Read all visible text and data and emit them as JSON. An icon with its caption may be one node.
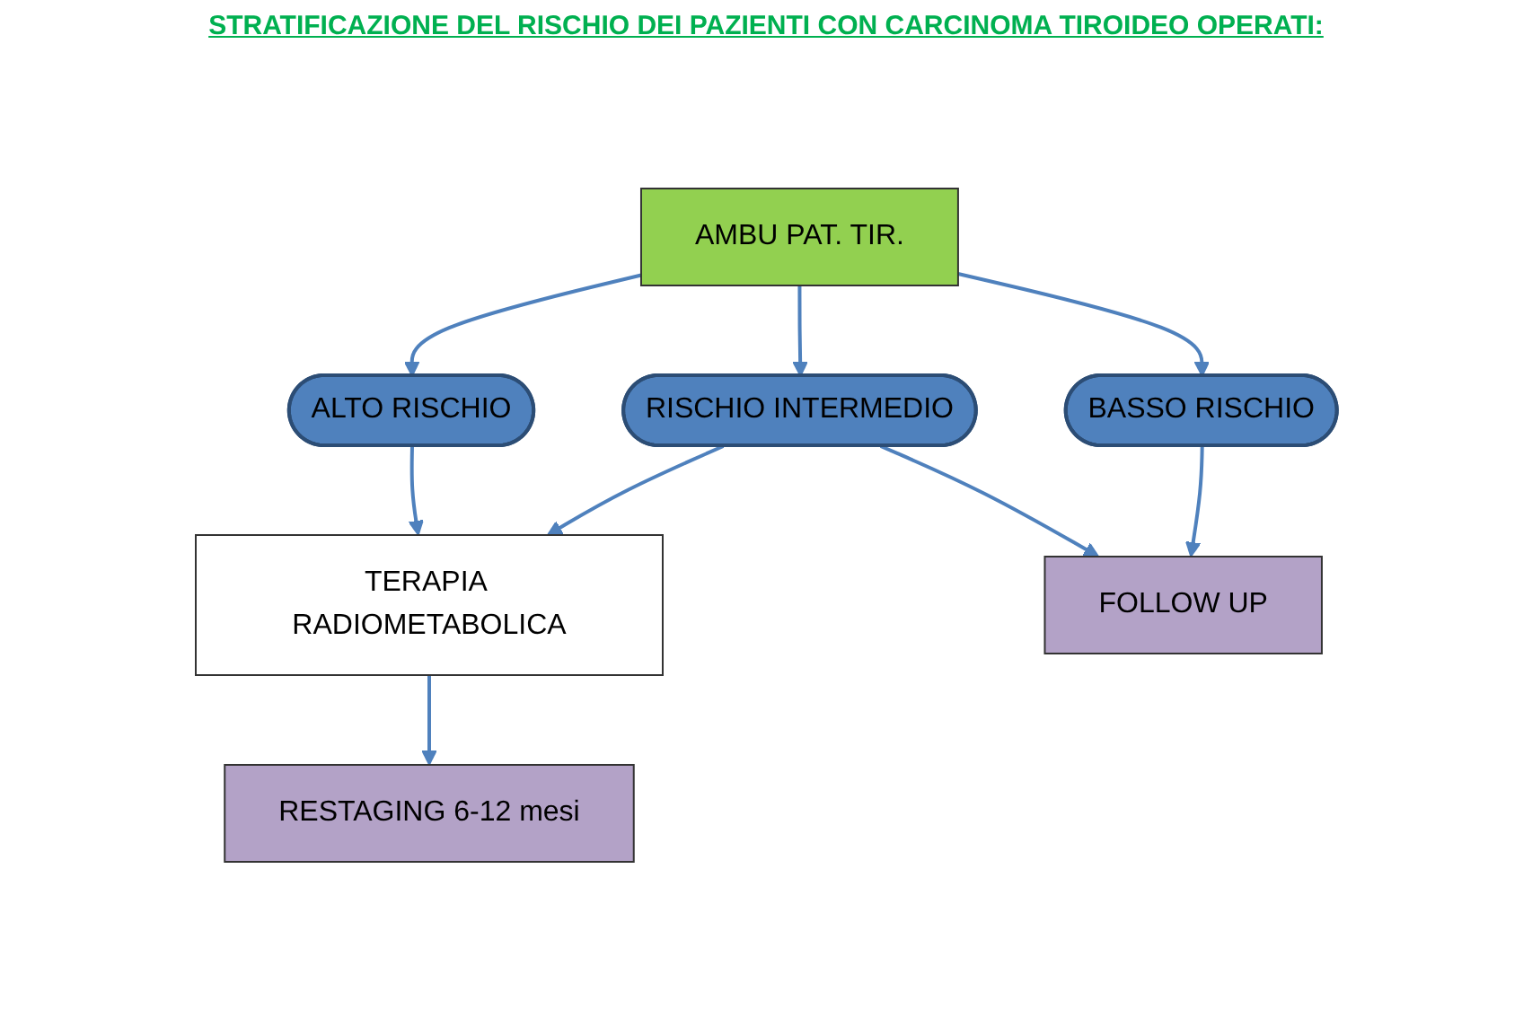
{
  "diagram": {
    "title": "STRATIFICAZIONE DEL RISCHIO DEI PAZIENTI CON CARCINOMA TIROIDEO OPERATI:",
    "nodes": [
      {
        "text": [
          "AMBU PAT. TIR."
        ]
      },
      {
        "text": [
          "ALTO RISCHIO"
        ]
      },
      {
        "text": [
          "RISCHIO INTERMEDIO"
        ]
      },
      {
        "text": [
          "BASSO RISCHIO"
        ]
      },
      {
        "text": [
          "TERAPIA RADIOMETABOLICA"
        ]
      },
      {
        "text": [
          "FOLLOW UP"
        ]
      },
      {
        "text": [
          "RESTAGING 6-12 mesi"
        ]
      }
    ],
    "edges": [
      {
        "from": 0,
        "to": 1,
        "arrow": "to"
      },
      {
        "from": 0,
        "to": 2,
        "arrow": "to"
      },
      {
        "from": 0,
        "to": 3,
        "arrow": "to"
      },
      {
        "from": 1,
        "to": 4,
        "arrow": "to"
      },
      {
        "from": 2,
        "to": 4,
        "arrow": "to"
      },
      {
        "from": 2,
        "to": 5,
        "arrow": "to"
      },
      {
        "from": 3,
        "to": 5,
        "arrow": "to"
      },
      {
        "from": 4,
        "to": 6,
        "arrow": "to"
      }
    ]
  }
}
